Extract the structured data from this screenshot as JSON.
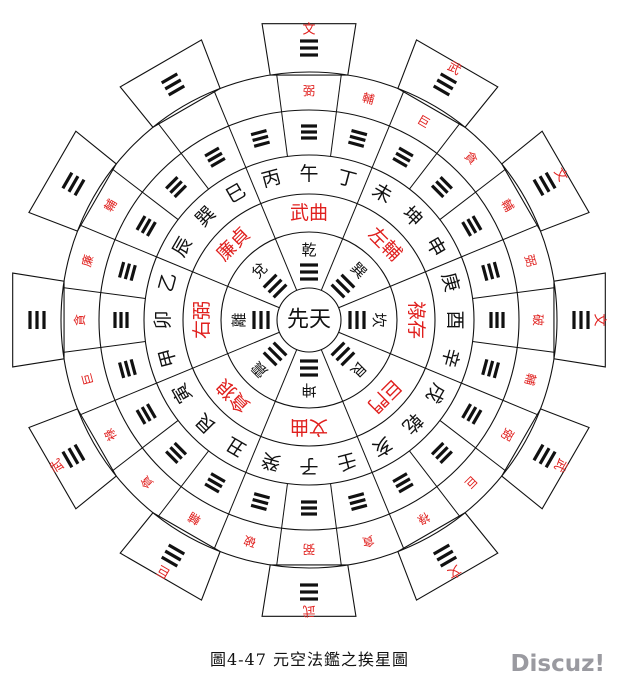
{
  "center": "先天",
  "inner_ring": [
    "乾",
    "巽",
    "坎",
    "艮",
    "坤",
    "震",
    "離",
    "兌"
  ],
  "star_ring": [
    "武曲",
    "左輔",
    "祿存",
    "巨門",
    "文曲",
    "貪狼",
    "右弼",
    "廉貞"
  ],
  "mountains": [
    "午",
    "丁",
    "未",
    "坤",
    "申",
    "庚",
    "酉",
    "辛",
    "戌",
    "乾",
    "亥",
    "壬",
    "子",
    "癸",
    "丑",
    "艮",
    "寅",
    "甲",
    "卯",
    "乙",
    "辰",
    "巽",
    "巳",
    "丙"
  ],
  "outer_star_a": [
    "弼",
    "輔",
    "巨",
    "貪",
    "輔",
    "弼",
    "破",
    "輔",
    "弼",
    "巨",
    "祿",
    "貪",
    "弼",
    "破",
    "輔",
    "貪",
    "祿",
    "巨",
    "貪",
    "廉",
    "輔"
  ],
  "outer_star_b": [
    "文",
    "武",
    "文",
    "文",
    "武",
    "文",
    "武",
    "巨",
    "武"
  ],
  "caption": "圖4-47 元空法鑑之挨星圖",
  "watermark": "Discuz!",
  "colors": {
    "red": "#e0201e",
    "ink": "#111111"
  }
}
